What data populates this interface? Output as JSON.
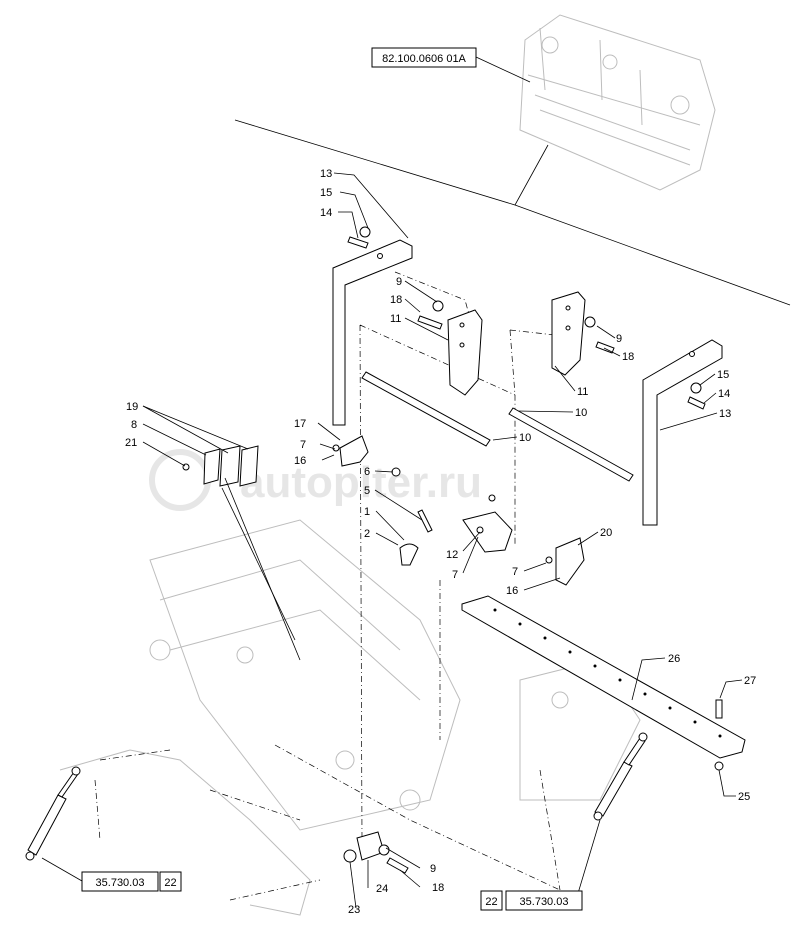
{
  "watermark": "autopiter.ru",
  "references": {
    "top": "82.100.0606 01A",
    "left_code": "35.730.03",
    "left_badge": "22",
    "right_badge": "22",
    "right_code": "35.730.03"
  },
  "callouts": {
    "c13a": "13",
    "c15a": "15",
    "c14a": "14",
    "c9a": "9",
    "c18a": "18",
    "c11a": "11",
    "c9b": "9",
    "c18b": "18",
    "c11b": "11",
    "c10a": "10",
    "c15b": "15",
    "c14b": "14",
    "c13b": "13",
    "c19": "19",
    "c8": "8",
    "c21": "21",
    "c17": "17",
    "c7a": "7",
    "c16a": "16",
    "c10b": "10",
    "c6": "6",
    "c5": "5",
    "c1": "1",
    "c2": "2",
    "c12": "12",
    "c7b": "7",
    "c20": "20",
    "c7c": "7",
    "c16b": "16",
    "c26": "26",
    "c27": "27",
    "c25": "25",
    "c9c": "9",
    "c24": "24",
    "c18c": "18",
    "c23": "23"
  }
}
